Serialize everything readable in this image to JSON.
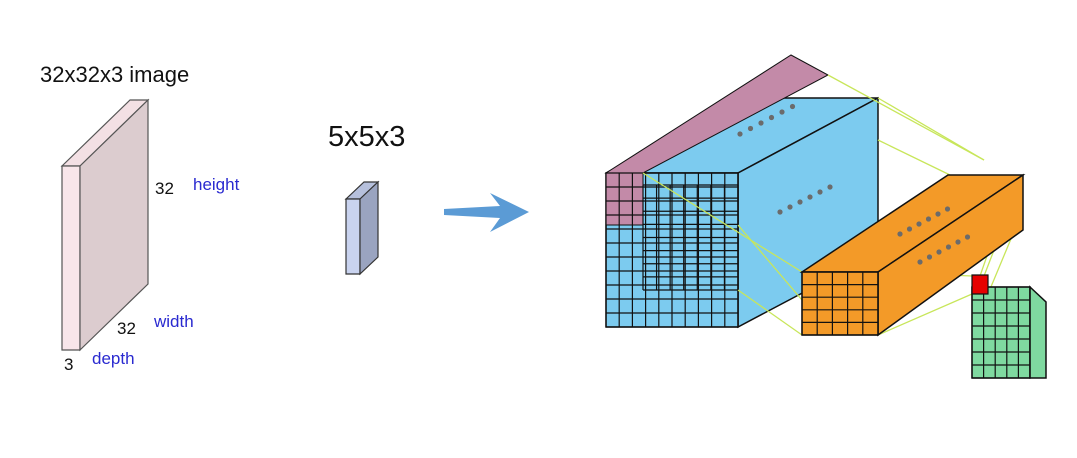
{
  "input_volume": {
    "title": "32x32x3 image",
    "height_value": "32",
    "height_label": "height",
    "width_value": "32",
    "width_label": "width",
    "depth_value": "3",
    "depth_label": "depth",
    "front_color": "#f8e6ea",
    "side_color": "#dccccf",
    "top_color": "#f3e0e4"
  },
  "filter": {
    "title": "5x5x3",
    "front_color": "#c9d3ef",
    "side_color": "#9aa4c0",
    "top_color": "#b6c0dc"
  },
  "arrow": {
    "color": "#5b9bd5"
  },
  "volumes": {
    "blue_color": "#7ccbef",
    "pink_color": "#c38aa8",
    "orange_color": "#f39a28",
    "green_color": "#7fd9a0",
    "highlight_color": "#e60000",
    "connector_color": "#c8e65a",
    "dot_color": "#6b6b6b"
  }
}
